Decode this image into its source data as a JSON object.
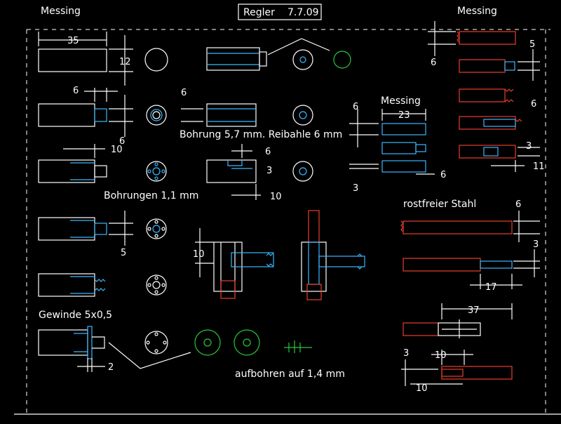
{
  "title_box": {
    "label": "Regler",
    "date": "7.7.09"
  },
  "headers": {
    "left": "Messing",
    "right": "Messing",
    "middle": "Messing",
    "steel": "rostfreier Stahl"
  },
  "notes": {
    "bohrung": "Bohrung 5,7 mm. Reibahle 6 mm",
    "bohrungen": "Bohrungen 1,1 mm",
    "gewinde": "Gewinde 5x0,5",
    "aufbohren": "aufbohren auf 1,4 mm"
  },
  "dims": {
    "d35": "35",
    "d12": "12",
    "d6a": "6",
    "d6b": "6",
    "d10a": "10",
    "d5": "5",
    "d2": "2",
    "m6a": "6",
    "m6b": "6",
    "m3": "3",
    "m10": "10",
    "b6": "6",
    "b23": "23",
    "b3": "3",
    "b6r": "6",
    "p10": "10",
    "r5": "5",
    "r6a": "6",
    "r6b": "6",
    "r3": "3",
    "r11": "11",
    "s6": "6",
    "s3": "3",
    "s17": "17",
    "s37": "37",
    "s3b": "3",
    "s10a": "10",
    "s10b": "10"
  },
  "colors": {
    "line": "#ffffff",
    "brass_blue": "#39b8ff",
    "steel_red": "#e8402a",
    "green": "#28c83a"
  }
}
